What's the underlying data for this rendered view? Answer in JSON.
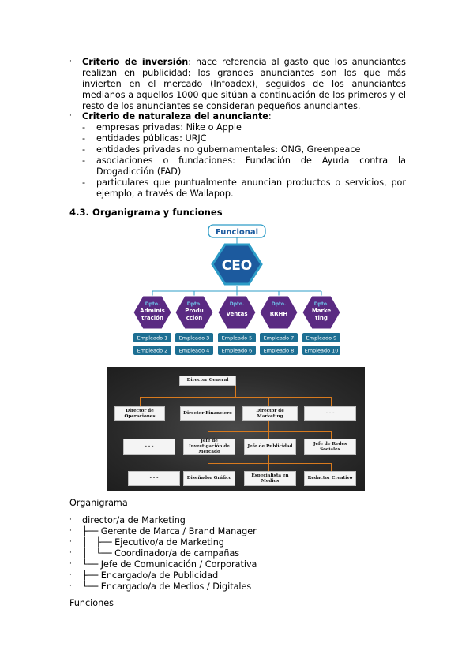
{
  "criteria": {
    "inversion": {
      "label": "Criterio de inversión",
      "text": ": hace referencia al gasto que los anunciantes realizan en publicidad: los grandes anunciantes son los que más invierten en el mercado (Infoadex), seguidos de los anunciantes medianos a aquellos 1000 que sitúan a continuación de los primeros y el resto de los anunciantes se consideran pequeños anunciantes."
    },
    "naturaleza": {
      "label": "Criterio de naturaleza del anunciante",
      "text": ":"
    },
    "sub_items": [
      "empresas privadas: Nike o Apple",
      "entidades públicas: URJC",
      "entidades privadas no gubernamentales: ONG, Greenpeace",
      "asociaciones o fundaciones: Fundación de Ayuda contra la Drogadicción (FAD)",
      "particulares que puntualmente anuncian productos o servicios, por ejemplo, a través de Wallapop."
    ]
  },
  "section_heading": "4.3. Organigrama y funciones",
  "functional_chart": {
    "title": "Funcional",
    "ceo": "CEO",
    "departments": [
      {
        "line1": "Dpto.",
        "line2": "Adminis",
        "line3": "tración",
        "employees": [
          "Empleado 1",
          "Empleado 2"
        ]
      },
      {
        "line1": "Dpto.",
        "line2": "Produ",
        "line3": "cción",
        "employees": [
          "Empleado 3",
          "Empleado 4"
        ]
      },
      {
        "line1": "Dpto.",
        "line2": "Ventas",
        "line3": "",
        "employees": [
          "Empleado 5",
          "Empleado 6"
        ]
      },
      {
        "line1": "Dpto.",
        "line2": "RRHH",
        "line3": "",
        "employees": [
          "Empleado 7",
          "Empleado 8"
        ]
      },
      {
        "line1": "Dpto.",
        "line2": "Marke",
        "line3": "ting",
        "employees": [
          "Empleado 9",
          "Empleado 10"
        ]
      }
    ],
    "colors": {
      "accent": "#2d9cc7",
      "hex": "#1c5a9e",
      "dept": "#5a2a82",
      "dept_title": "#6fc3ea",
      "employee": "#1d6f93"
    }
  },
  "dark_chart": {
    "top": "Director General",
    "level2": [
      "Director de Operaciones",
      "Director Financiero",
      "Director de Marketing",
      "- - -"
    ],
    "level3": [
      "- - -",
      "Jefe de Investigación de Mercado",
      "Jefe de Publicidad",
      "Jefe de Redes Sociales"
    ],
    "level4": [
      "- - -",
      "Diseñador Gráfico",
      "Especialista en Medios",
      "Redactor Creativo"
    ]
  },
  "caption_organigrama": "Organigrama",
  "tree_items": [
    "director/a de Marketing",
    "├── Gerente de Marca / Brand Manager",
    "│   ├── Ejecutivo/a de Marketing",
    "│   └── Coordinador/a de campañas",
    "└── Jefe de Comunicación / Corporativa",
    "├── Encargado/a de Publicidad",
    "└── Encargado/a de Medios / Digitales"
  ],
  "caption_funciones": "Funciones"
}
